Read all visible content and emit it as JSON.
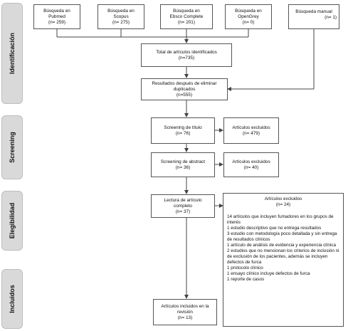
{
  "phases": {
    "identificacion": "Identificación",
    "screening": "Screening",
    "elegibilidad": "Elegibilidad",
    "incluidos": "Incluidos"
  },
  "sources": [
    {
      "title": "Búsqueda en\nPubmed",
      "count": "(n= 259)"
    },
    {
      "title": "Búsqueda en\nScopus",
      "count": "(n= 275)"
    },
    {
      "title": "Búsqueda en\nEbsco Complete",
      "count": "(n= 201)"
    },
    {
      "title": "Búsqueda en\nOpenGrey",
      "count": "(n= 0)"
    },
    {
      "title": "Búsqueda manual",
      "count": "(n= 1)"
    }
  ],
  "total": {
    "title": "Total de artículos identificados",
    "count": "(n=735)"
  },
  "dedup": {
    "title": "Resultados después de eliminar\nduplicados",
    "count": "(n=555)"
  },
  "screen_title": {
    "title": "Screening de título",
    "count": "(n= 76)"
  },
  "excl_title": {
    "title": "Artículos excluidos",
    "count": "(n= 479)"
  },
  "screen_abstract": {
    "title": "Screening de abstract",
    "count": "(n= 36)"
  },
  "excl_abstract": {
    "title": "Artículos excluidos",
    "count": "(n= 40)"
  },
  "fulltext": {
    "title": "Lectura de artículo\ncompleto",
    "count": "(n= 37)"
  },
  "excl_full": {
    "title": "Artículos excluidos",
    "count": "(n= 24)",
    "reasons": [
      "14 artículos que incluyen fumadores en los grupos de interés",
      "1 estudio descriptivo que no entrega resultados",
      "3 estudio con metodología poco detallada y sin entrega de resultados clínicos",
      "1 artículo de análisis de evidencia y experiencia clínica",
      "2 estudios que no mencionan los criterios de inclusión ni de exclusión de los pacientes, además se incluyen defectos de furca",
      "1 protocolo clínico",
      "1 ensayo clínico incluye defectos de furca",
      "1 reporte de casos"
    ]
  },
  "included": {
    "title": "Artículos incluidos en la\nrevisión",
    "count": "(n= 13)"
  }
}
